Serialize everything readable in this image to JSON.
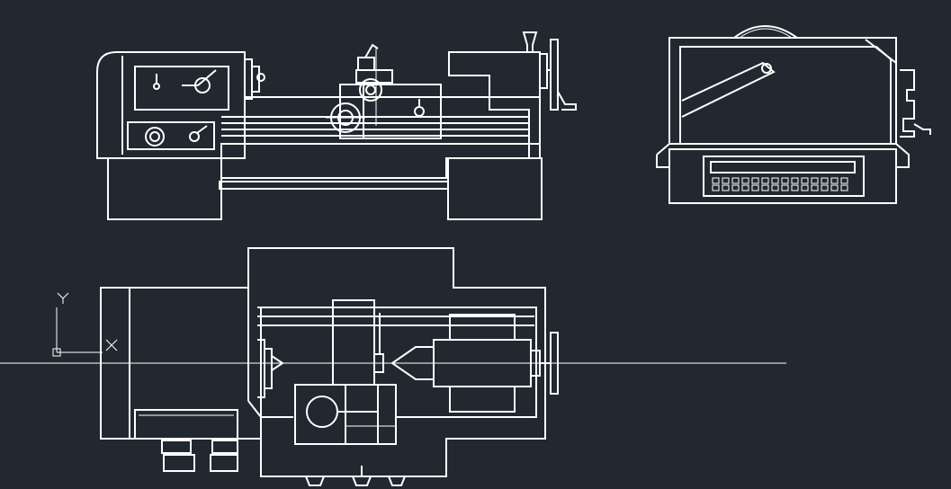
{
  "drawing": {
    "background": "#212830",
    "stroke": "#ffffff",
    "views": [
      "lathe-front-elevation",
      "lathe-side-elevation",
      "lathe-top-plan"
    ]
  },
  "ucs_icon": {
    "x_label": "X",
    "y_label": "Y"
  }
}
